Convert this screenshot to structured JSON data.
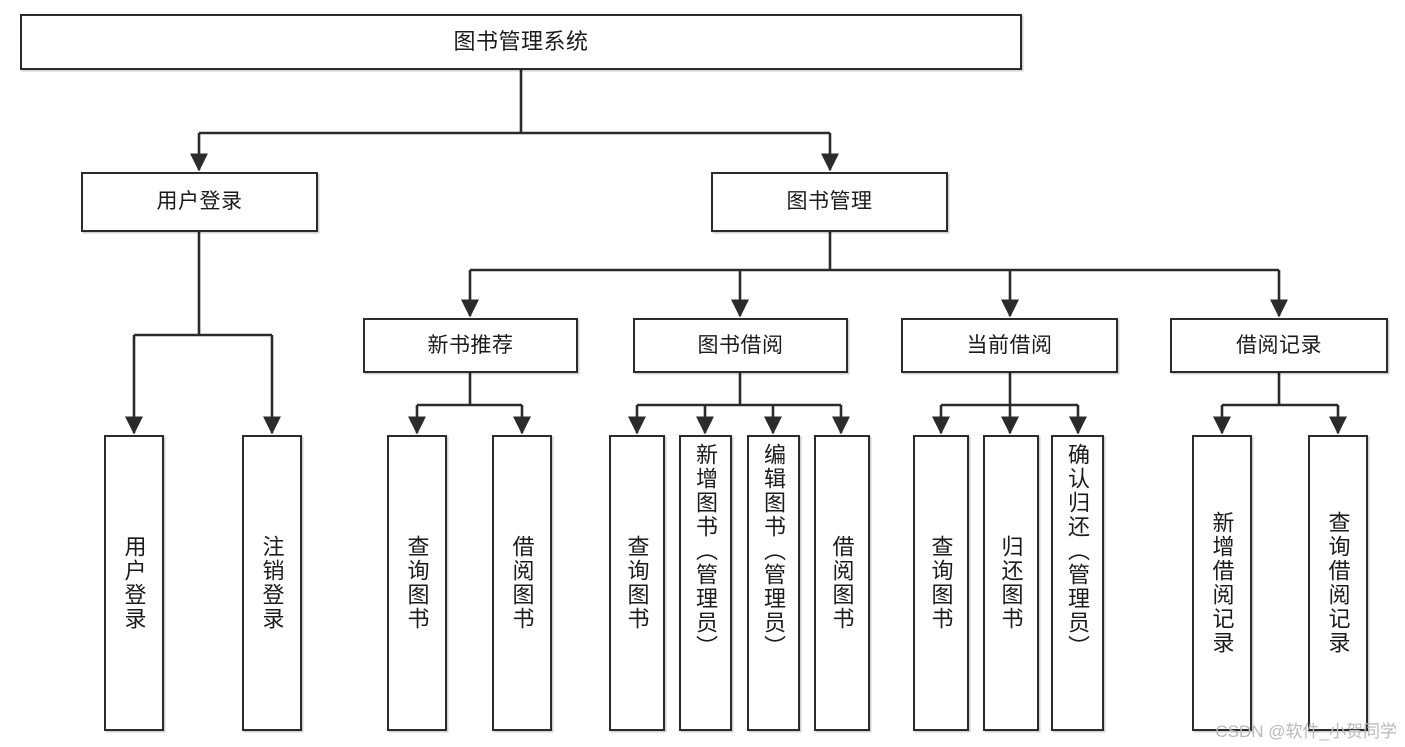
{
  "diagram": {
    "type": "tree-hierarchy",
    "title": "图书管理系统",
    "root": {
      "id": "root",
      "label": "图书管理系统"
    },
    "level2": [
      {
        "id": "user-login",
        "label": "用户登录"
      },
      {
        "id": "book-manage",
        "label": "图书管理"
      }
    ],
    "level3": [
      {
        "id": "new-book-recommend",
        "label": "新书推荐",
        "parent": "book-manage"
      },
      {
        "id": "book-borrow",
        "label": "图书借阅",
        "parent": "book-manage"
      },
      {
        "id": "current-borrow",
        "label": "当前借阅",
        "parent": "book-manage"
      },
      {
        "id": "borrow-record",
        "label": "借阅记录",
        "parent": "book-manage"
      }
    ],
    "leaves": {
      "user_login": [
        {
          "id": "leaf-user-login",
          "label": "用户登录"
        },
        {
          "id": "leaf-logout-login",
          "label": "注销登录"
        }
      ],
      "new_book_recommend": [
        {
          "id": "leaf-query-book-1",
          "label": "查询图书"
        },
        {
          "id": "leaf-borrow-book-1",
          "label": "借阅图书"
        }
      ],
      "book_borrow": [
        {
          "id": "leaf-query-book-2",
          "label": "查询图书"
        },
        {
          "id": "leaf-add-book",
          "label": "新增图书（管理员）"
        },
        {
          "id": "leaf-edit-book",
          "label": "编辑图书（管理员）"
        },
        {
          "id": "leaf-borrow-book-2",
          "label": "借阅图书"
        }
      ],
      "current_borrow": [
        {
          "id": "leaf-query-book-3",
          "label": "查询图书"
        },
        {
          "id": "leaf-return-book",
          "label": "归还图书"
        },
        {
          "id": "leaf-confirm-return",
          "label": "确认归还（管理员）"
        }
      ],
      "borrow_record": [
        {
          "id": "leaf-add-record",
          "label": "新增借阅记录"
        },
        {
          "id": "leaf-query-record",
          "label": "查询借阅记录"
        }
      ]
    },
    "colors": {
      "stroke": "#2b2b2b",
      "fill": "#ffffff",
      "text": "#1b1b1b",
      "watermark": "#b9b9b9"
    }
  },
  "watermark": {
    "text": "CSDN @软件_小贺同学"
  }
}
